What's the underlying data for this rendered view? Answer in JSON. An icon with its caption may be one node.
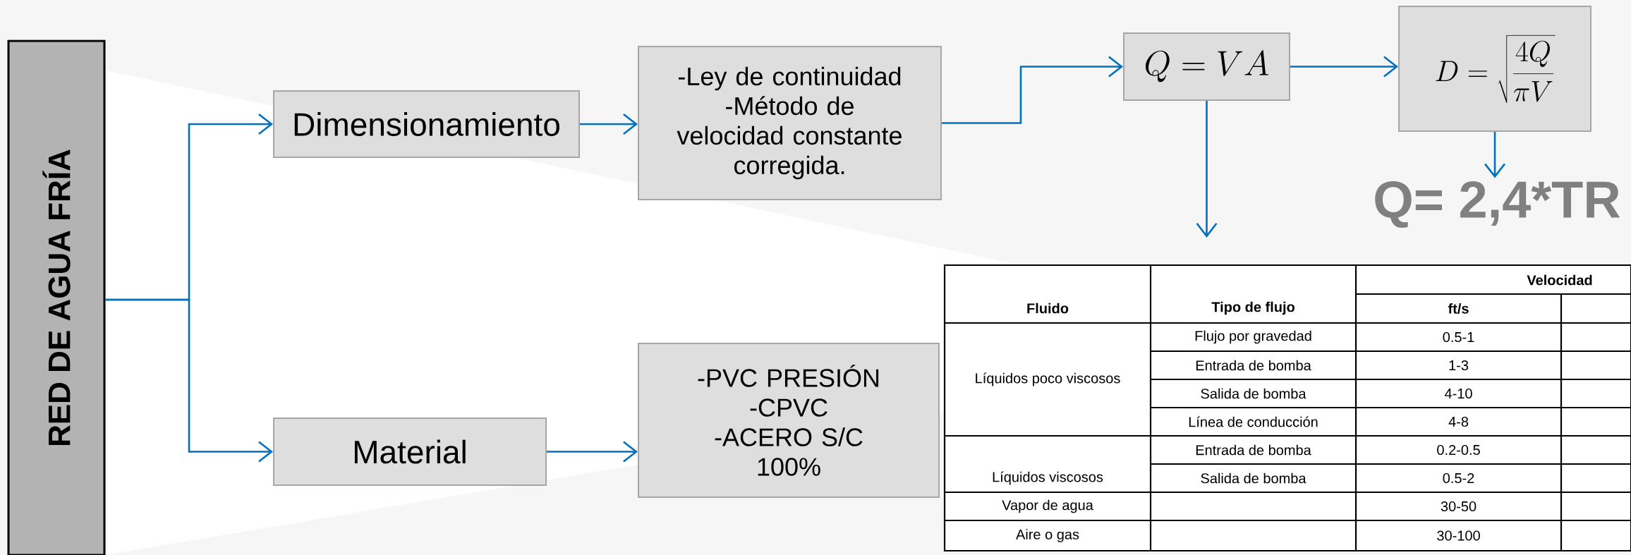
{
  "diagram": {
    "nodes": [
      {
        "text": [
          "RED DE AGUA FRÍA"
        ]
      },
      {
        "text": [
          "Dimensionamiento"
        ]
      },
      {
        "text": [
          "Material"
        ]
      },
      {
        "text": [
          "-Ley de continuidad",
          "-Método de velocidad constante corregida."
        ]
      },
      {
        "text": [
          "-PVC PRESIÓN",
          "-CPVC",
          "-ACERO S/C",
          "100%"
        ]
      },
      {
        "text": [
          "Q = VA"
        ]
      },
      {
        "text": [
          "D = \\sqrt{\\frac{4Q}{\\pi V}}"
        ]
      },
      {
        "text": [
          "Q= 2,4*TR"
        ]
      },
      {
        "text": [],
        "shape": "table"
      }
    ],
    "edges": [
      {
        "from": 0,
        "to": 1,
        "arrow": "to"
      },
      {
        "from": 0,
        "to": 2,
        "arrow": "to"
      },
      {
        "from": 1,
        "to": 3,
        "arrow": "to"
      },
      {
        "from": 2,
        "to": 4,
        "arrow": "to"
      },
      {
        "from": 3,
        "to": 5,
        "arrow": "to"
      },
      {
        "from": 5,
        "to": 6,
        "arrow": "to"
      },
      {
        "from": 6,
        "to": 7,
        "arrow": "to"
      },
      {
        "from": 5,
        "to": 8,
        "arrow": "to"
      }
    ],
    "labels": [
      "Velocidad",
      "Fluido",
      "Tipo de flujo",
      "ft/s",
      "Líquidos poco viscosos",
      "Flujo por gravedad",
      "0.5-1",
      "Entrada de bomba",
      "1-3",
      "Salida de bomba",
      "4-10",
      "Línea de conducción",
      "4-8",
      "Entrada de bomba",
      "0.2-0.5",
      "Líquidos viscosos",
      "Salida de bomba",
      "0.5-2",
      "Vapor de agua",
      "30-50",
      "Aire o gas",
      "30-100"
    ]
  }
}
